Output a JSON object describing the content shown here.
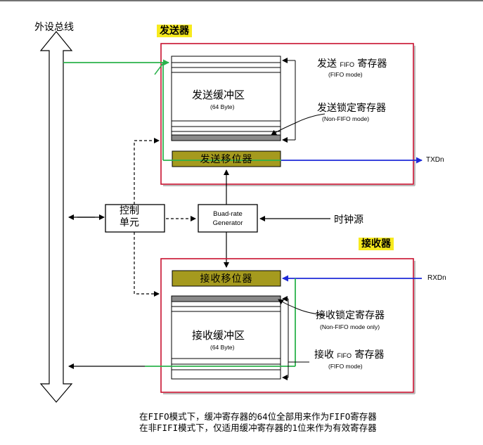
{
  "bus": {
    "label": "外设总线"
  },
  "transmitter": {
    "tag": "发送器",
    "buffer_title": "发送缓冲区",
    "buffer_size": "(64 Byte)",
    "fifo_register": {
      "prefix": "发送",
      "fifo": "FIFO",
      "suffix": "寄存器",
      "mode": "(FIFO mode)"
    },
    "lock_register": {
      "label": "发送锁定寄存器",
      "mode": "(Non-FIFO mode)"
    },
    "shift_register": "发送移位器",
    "output_pin": "TXDn"
  },
  "control_unit": {
    "line1": "控制",
    "line2": "单元"
  },
  "baud_generator": {
    "line1": "Buad-rate",
    "line2": "Generator"
  },
  "clock_source": "时钟源",
  "receiver": {
    "tag": "接收器",
    "shift_register": "接收移位器",
    "input_pin": "RXDn",
    "lock_register": {
      "label": "接收锁定寄存器",
      "mode": "(Non-FIFO mode only)"
    },
    "buffer_title": "接收缓冲区",
    "buffer_size": "(64 Byte)",
    "fifo_register": {
      "prefix": "接收",
      "fifo": "FIFO",
      "suffix": "寄存器",
      "mode": "(FIFO mode)"
    }
  },
  "notes": [
    "在FIFO模式下，缓冲寄存器的64位全部用来作为FIFO寄存器",
    "在非FIFI模式下，仅适用缓冲寄存器的1位来作为有效寄存器"
  ],
  "colors": {
    "frame_red": "#c8102e",
    "data_green": "#2bb24c",
    "signal_blue": "#1e2ad8",
    "shift_olive": "#a59a1e",
    "tag_yellow": "#f7ea1e"
  }
}
